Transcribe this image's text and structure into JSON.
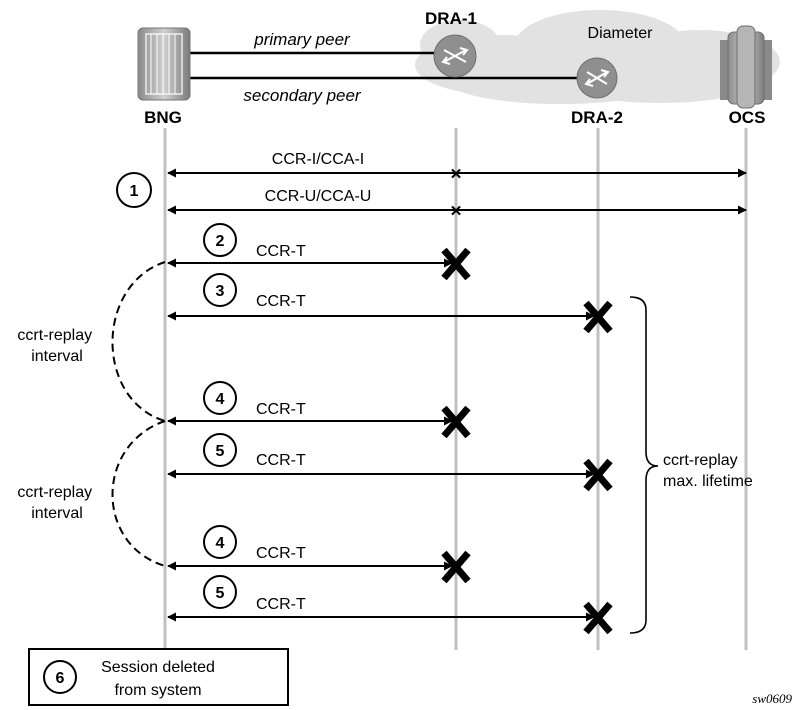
{
  "nodes": {
    "bng": "BNG",
    "dra1": "DRA-1",
    "dra2": "DRA-2",
    "ocs": "OCS",
    "cloud": "Diameter"
  },
  "peers": {
    "primary": "primary peer",
    "secondary": "secondary peer"
  },
  "messages": [
    {
      "step": "1",
      "label": "CCR-I/CCA-I"
    },
    {
      "step": "",
      "label": "CCR-U/CCA-U"
    },
    {
      "step": "2",
      "label": "CCR-T"
    },
    {
      "step": "3",
      "label": "CCR-T"
    },
    {
      "step": "4",
      "label": "CCR-T"
    },
    {
      "step": "5",
      "label": "CCR-T"
    },
    {
      "step": "4",
      "label": "CCR-T"
    },
    {
      "step": "5",
      "label": "CCR-T"
    }
  ],
  "annotations": {
    "replay_interval_1": [
      "ccrt-replay",
      "interval"
    ],
    "replay_interval_2": [
      "ccrt-replay",
      "interval"
    ],
    "max_lifetime": [
      "ccrt-replay",
      "max. lifetime"
    ]
  },
  "final_step": {
    "step": "6",
    "lines": [
      "Session deleted",
      "from system"
    ]
  },
  "ref": "sw0609"
}
